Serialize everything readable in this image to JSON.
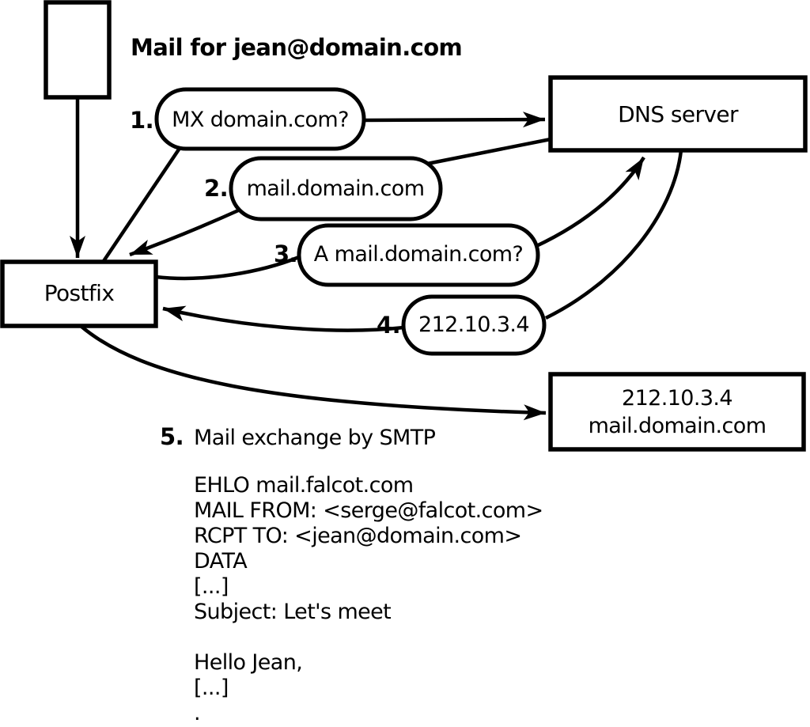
{
  "diagram": {
    "background": "#ffffff",
    "stroke_color": "#000000",
    "note": "Mail for jean@domain.com",
    "nodes": {
      "postfix": "Postfix",
      "dns_server": "DNS server",
      "target_ip": "212.10.3.4",
      "target_host": "mail.domain.com"
    },
    "steps": [
      {
        "num": "1.",
        "label": "MX domain.com?"
      },
      {
        "num": "2.",
        "label": "mail.domain.com"
      },
      {
        "num": "3.",
        "label": "A mail.domain.com?"
      },
      {
        "num": "4.",
        "label": "212.10.3.4"
      },
      {
        "num": "5.",
        "label": "Mail exchange by SMTP"
      }
    ],
    "smtp_session": [
      "EHLO mail.falcot.com",
      "MAIL FROM: <serge@falcot.com>",
      "RCPT TO: <jean@domain.com>",
      "DATA",
      "[...]",
      "Subject: Let's meet",
      "",
      "Hello Jean,",
      "[...]",
      "."
    ]
  }
}
